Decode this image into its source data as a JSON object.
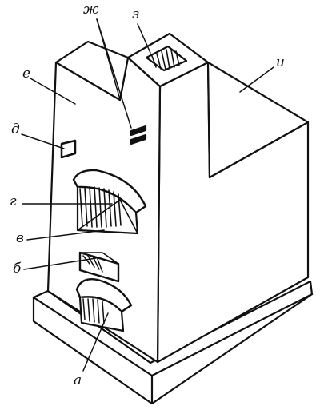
{
  "labels": {
    "a": "а",
    "b": "б",
    "v": "в",
    "g": "г",
    "d": "д",
    "e": "е",
    "zh": "ж",
    "z": "з",
    "i": "и"
  },
  "colors": {
    "stroke": "#111111",
    "background": "#ffffff"
  }
}
